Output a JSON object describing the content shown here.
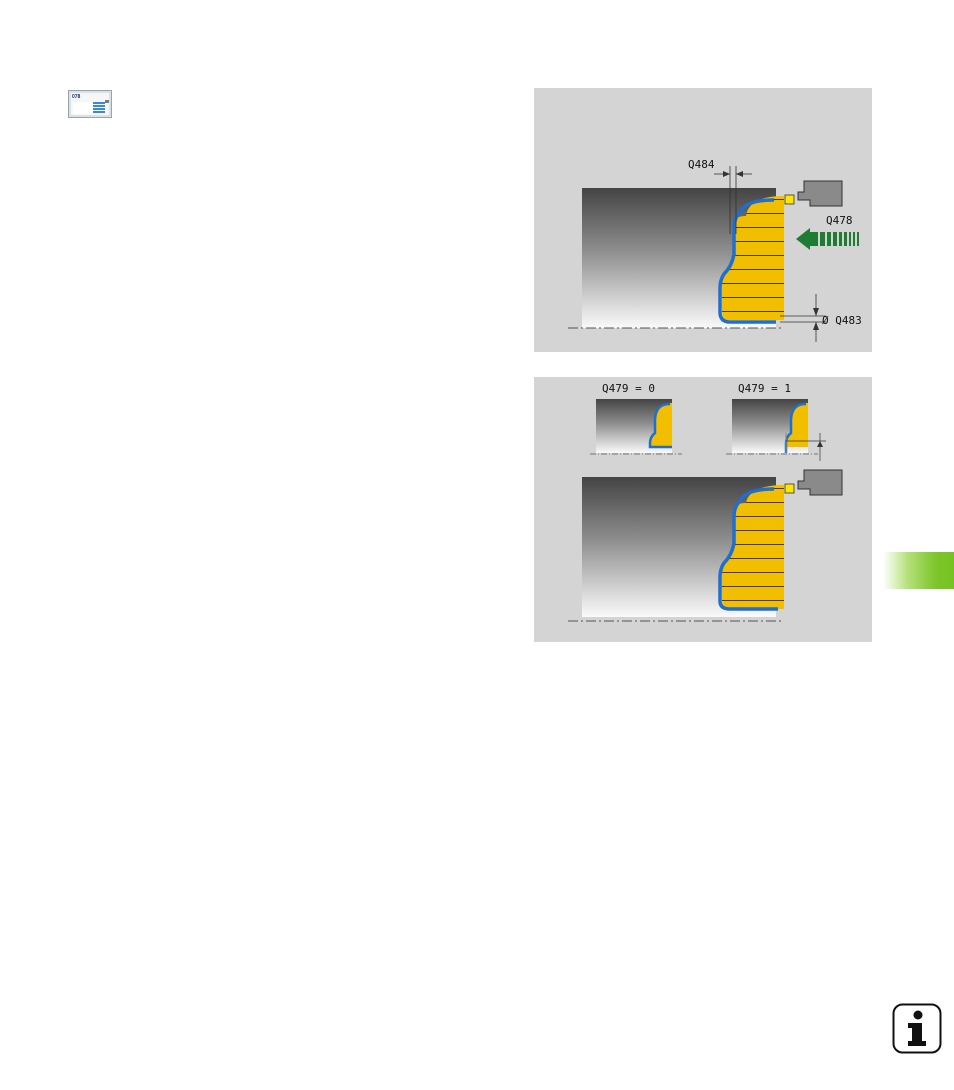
{
  "soft_key": {
    "label": "078"
  },
  "figure_top": {
    "labels": {
      "q484": "Q484",
      "q478": "Q478",
      "q483": "Ø Q483"
    }
  },
  "figure_bottom": {
    "labels": {
      "q479_0": "Q479 = 0",
      "q479_1": "Q479 = 1"
    }
  },
  "colors": {
    "figure_bg": "#d4d4d4",
    "finish_contour": "#1e6fd0",
    "material": "#f2bf00",
    "feed_arrow": "#1e7d32",
    "chapter_tab": "#76c223"
  },
  "icons": {
    "soft_key": "cycle-878-icon",
    "info": "info-icon"
  }
}
